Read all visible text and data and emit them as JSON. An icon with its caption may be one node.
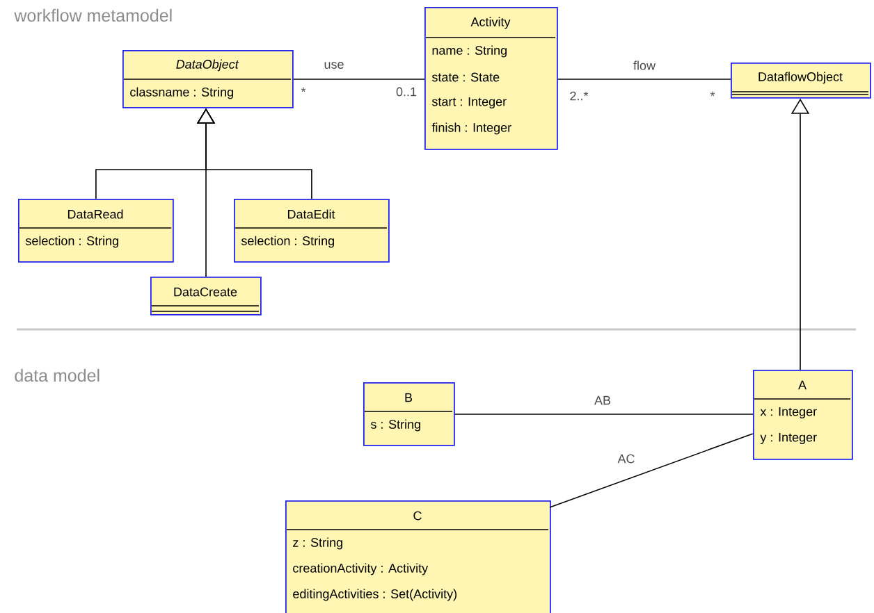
{
  "diagram": {
    "nodes": [
      {
        "text": [
          "*DataObject*",
          "classname : String"
        ]
      },
      {
        "text": [
          "Activity",
          "name : String",
          "state : State",
          "start : Integer",
          "finish : Integer"
        ]
      },
      {
        "text": [
          "DataflowObject"
        ]
      },
      {
        "text": [
          "DataRead",
          "selection : String"
        ]
      },
      {
        "text": [
          "DataEdit",
          "selection : String"
        ]
      },
      {
        "text": [
          "DataCreate"
        ]
      },
      {
        "text": [
          "B",
          "s : String"
        ]
      },
      {
        "text": [
          "A",
          "x : Integer",
          "y : Integer"
        ]
      },
      {
        "text": [
          "C",
          "z : String",
          "creationActivity : Activity",
          "editingActivities : Set(Activity)"
        ]
      }
    ],
    "edges": [
      {
        "from": 0,
        "to": 1,
        "arrow": "none",
        "label": "use"
      },
      {
        "from": 1,
        "to": 2,
        "arrow": "none",
        "label": "flow"
      },
      {
        "from": 3,
        "to": 0,
        "arrow": "to"
      },
      {
        "from": 4,
        "to": 0,
        "arrow": "to"
      },
      {
        "from": 5,
        "to": 0,
        "arrow": "to"
      },
      {
        "from": 7,
        "to": 2,
        "arrow": "to"
      },
      {
        "from": 6,
        "to": 7,
        "arrow": "none",
        "label": "AB"
      },
      {
        "from": 7,
        "to": 8,
        "arrow": "none",
        "label": "AC"
      }
    ],
    "labels": [
      "workflow metamodel",
      "*",
      "0..1",
      "2..*",
      "*",
      "data model"
    ]
  }
}
